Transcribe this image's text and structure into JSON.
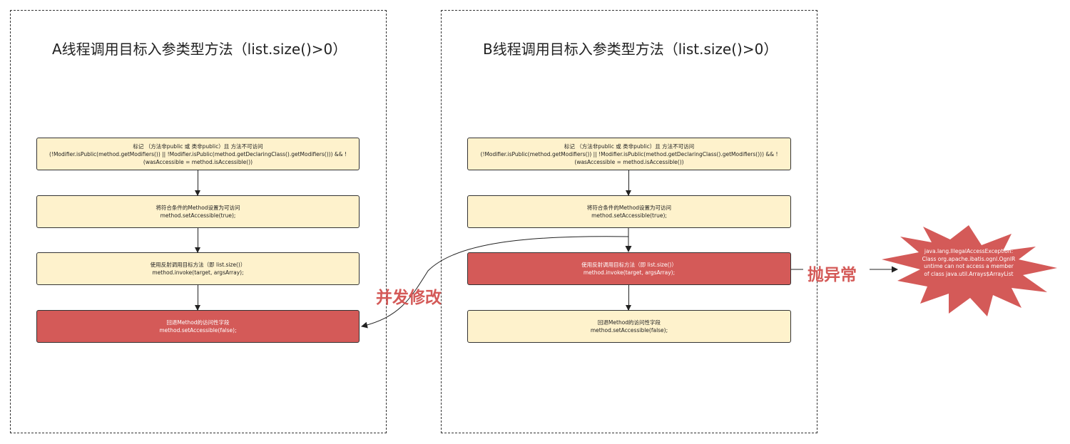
{
  "panel_a": {
    "title": "A线程调用目标入参类型方法（list.size()>0）",
    "steps": [
      {
        "lines": [
          "标记 （方法非public 或 类非public）且 方法不可访问",
          "(!Modifier.isPublic(method.getModifiers()) || !Modifier.isPublic(method.getDeclaringClass().getModifiers())) && !",
          "(wasAccessible = method.isAccessible())"
        ],
        "highlight": false
      },
      {
        "lines": [
          "将符合条件的Method设置为可访问",
          "method.setAccessible(true);"
        ],
        "highlight": false
      },
      {
        "lines": [
          "使用反射调用目标方法（即 list.size()）",
          "method.invoke(target, argsArray);"
        ],
        "highlight": false
      },
      {
        "lines": [
          "回退Method的访问性字段",
          "method.setAccessible(false);"
        ],
        "highlight": true
      }
    ]
  },
  "panel_b": {
    "title": "B线程调用目标入参类型方法（list.size()>0）",
    "steps": [
      {
        "lines": [
          "标记 （方法非public 或 类非public）且 方法不可访问",
          "(!Modifier.isPublic(method.getModifiers()) || !Modifier.isPublic(method.getDeclaringClass().getModifiers())) && !",
          "(wasAccessible = method.isAccessible())"
        ],
        "highlight": false
      },
      {
        "lines": [
          "将符合条件的Method设置为可访问",
          "method.setAccessible(true);"
        ],
        "highlight": false
      },
      {
        "lines": [
          "使用反射调用目标方法（即 list.size()）",
          "method.invoke(target, argsArray);"
        ],
        "highlight": true
      },
      {
        "lines": [
          "回退Method的访问性字段",
          "method.setAccessible(false);"
        ],
        "highlight": false
      }
    ]
  },
  "concurrent_label": "并发修改",
  "throw_label": "抛异常",
  "exception": {
    "lines": [
      "java.lang.IllegalAccessException:",
      "Class org.apache.ibatis.ognl.OgnlR",
      "untime can not access a member",
      "of class java.util.Arrays$ArrayList"
    ]
  },
  "colors": {
    "highlight": "#d45a58",
    "box_fill": "#fef2cc",
    "border": "#333333"
  }
}
